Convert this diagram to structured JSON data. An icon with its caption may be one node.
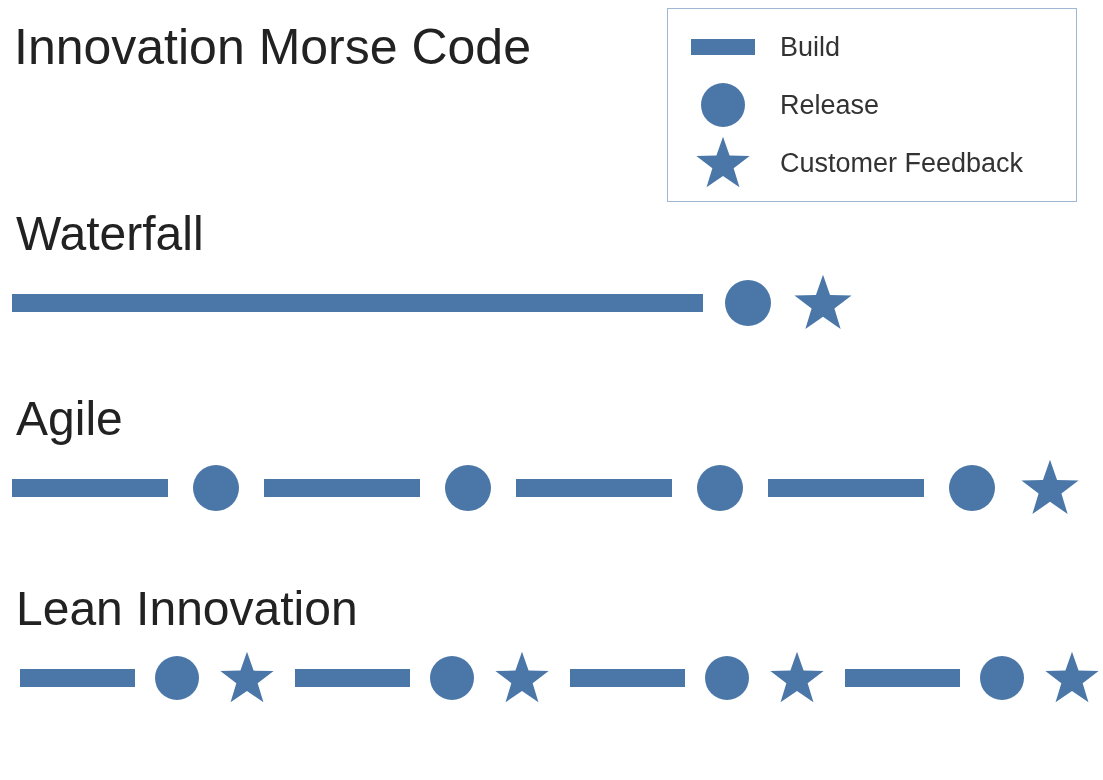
{
  "diagram": {
    "title": "Innovation Morse Code",
    "nodes": [
      {
        "text": [
          "Waterfall"
        ]
      },
      {
        "text": [],
        "shape": "bar",
        "in": 0
      },
      {
        "text": [],
        "shape": "circle",
        "in": 0
      },
      {
        "text": [],
        "shape": "star",
        "in": 0
      },
      {
        "text": [
          "Agile"
        ]
      },
      {
        "text": [],
        "shape": "bar",
        "in": 4
      },
      {
        "text": [],
        "shape": "circle",
        "in": 4
      },
      {
        "text": [],
        "shape": "bar",
        "in": 4
      },
      {
        "text": [],
        "shape": "circle",
        "in": 4
      },
      {
        "text": [],
        "shape": "bar",
        "in": 4
      },
      {
        "text": [],
        "shape": "circle",
        "in": 4
      },
      {
        "text": [],
        "shape": "bar",
        "in": 4
      },
      {
        "text": [],
        "shape": "circle",
        "in": 4
      },
      {
        "text": [],
        "shape": "star",
        "in": 4
      },
      {
        "text": [
          "Lean Innovation"
        ]
      },
      {
        "text": [],
        "shape": "bar",
        "in": 14
      },
      {
        "text": [],
        "shape": "circle",
        "in": 14
      },
      {
        "text": [],
        "shape": "star",
        "in": 14
      },
      {
        "text": [],
        "shape": "bar",
        "in": 14
      },
      {
        "text": [],
        "shape": "circle",
        "in": 14
      },
      {
        "text": [],
        "shape": "star",
        "in": 14
      },
      {
        "text": [],
        "shape": "bar",
        "in": 14
      },
      {
        "text": [],
        "shape": "circle",
        "in": 14
      },
      {
        "text": [],
        "shape": "star",
        "in": 14
      },
      {
        "text": [],
        "shape": "bar",
        "in": 14
      },
      {
        "text": [],
        "shape": "circle",
        "in": 14
      },
      {
        "text": [],
        "shape": "star",
        "in": 14
      }
    ],
    "legend": [
      {
        "text": "Build"
      },
      {
        "text": "Release"
      },
      {
        "text": "Customer Feedback"
      }
    ]
  }
}
